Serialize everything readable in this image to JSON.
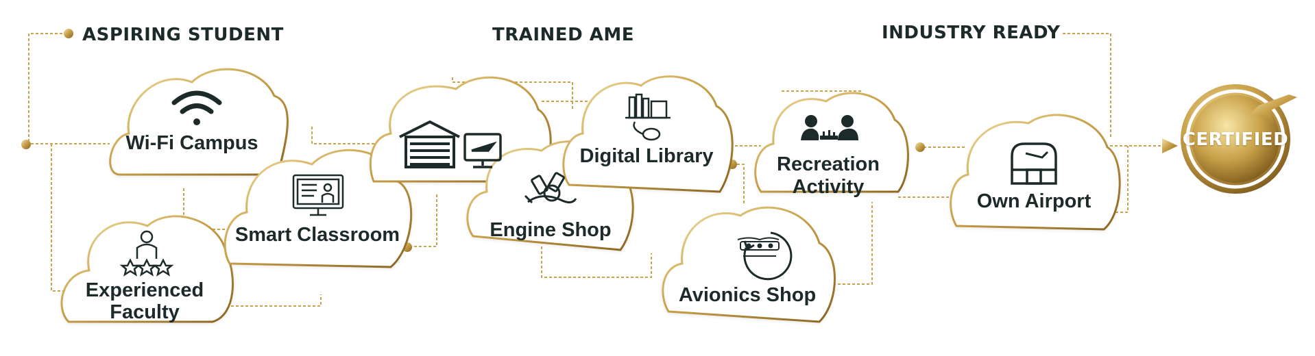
{
  "stages": {
    "aspiring": "ASPIRING STUDENT",
    "trained": "TRAINED AME",
    "industry": "INDUSTRY READY"
  },
  "nodes": {
    "wifi": "Wi-Fi Campus",
    "classroom": "Smart Classroom",
    "faculty_line1": "Experienced",
    "faculty_line2": "Faculty",
    "engine": "Engine Shop",
    "library": "Digital Library",
    "recreation_line1": "Recreation",
    "recreation_line2": "Activity",
    "avionics": "Avionics Shop",
    "airport": "Own Airport"
  },
  "badge": {
    "label": "CERTIFIED"
  },
  "colors": {
    "gold": "#c9a24a",
    "gold_dark": "#a47e2c",
    "ink": "#1d2a2a"
  },
  "icons": [
    "wifi-icon",
    "smart-board-icon",
    "teacher-rating-icon",
    "hangar-icon",
    "airplane-monitor-icon",
    "engine-icon",
    "books-mouse-icon",
    "chess-players-icon",
    "avionics-cycle-icon",
    "airport-gate-icon",
    "airplane-icon"
  ]
}
